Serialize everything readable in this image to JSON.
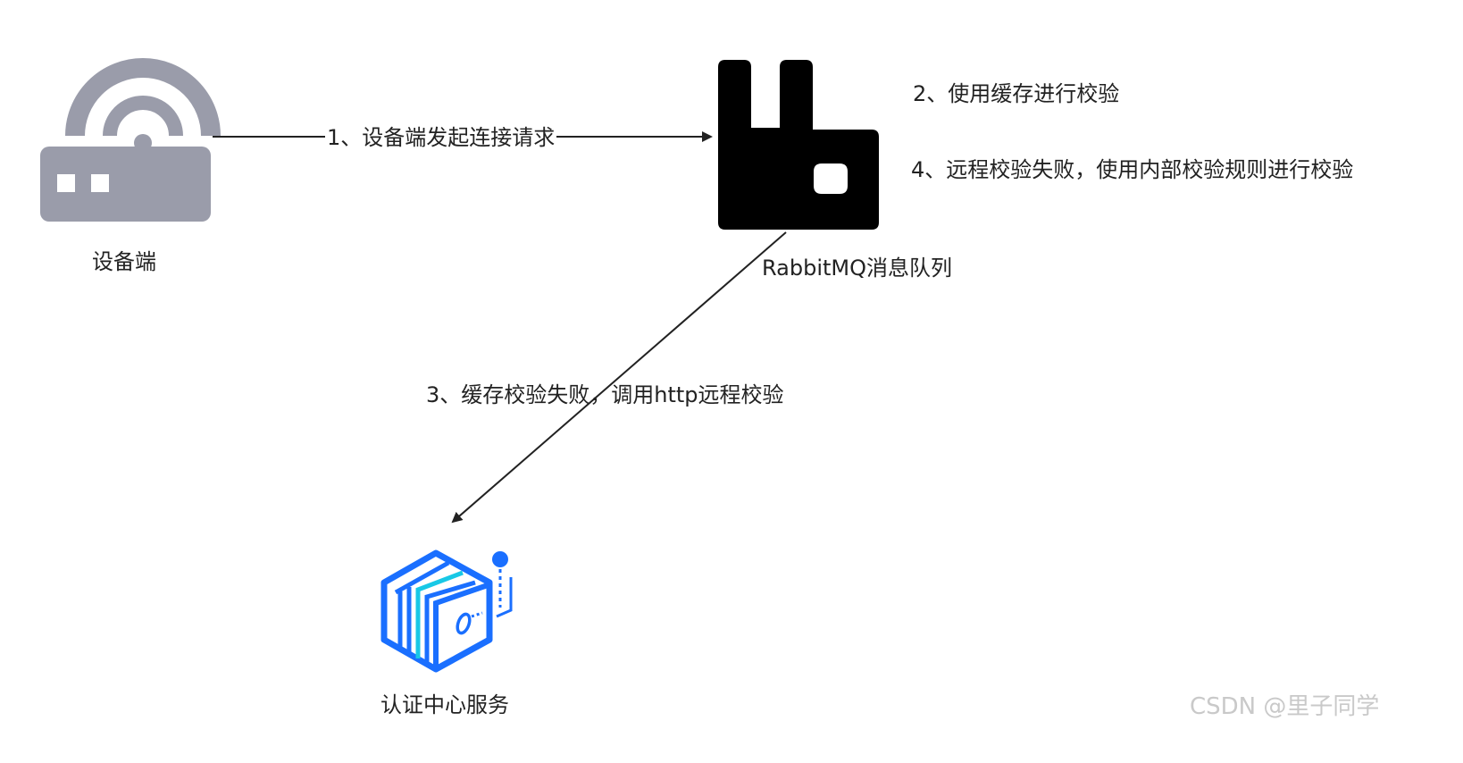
{
  "nodes": {
    "device": {
      "label": "设备端",
      "icon": "router-icon",
      "color": "#9a9caa"
    },
    "rabbitmq": {
      "label": "RabbitMQ消息队列",
      "icon": "rabbitmq-logo-icon",
      "color": "#000000"
    },
    "auth": {
      "label": "认证中心服务",
      "icon": "service-cube-icon",
      "color": "#1a6fff",
      "accent": "#18c8e6"
    }
  },
  "edges": {
    "e1": {
      "from": "device",
      "to": "rabbitmq",
      "label": "1、设备端发起连接请求"
    },
    "e3": {
      "from": "rabbitmq",
      "to": "auth",
      "label": "3、缓存校验失败，调用http远程校验"
    }
  },
  "notes": {
    "n2": "2、使用缓存进行校验",
    "n4": "4、远程校验失败，使用内部校验规则进行校验"
  },
  "watermark": "CSDN @里子同学"
}
